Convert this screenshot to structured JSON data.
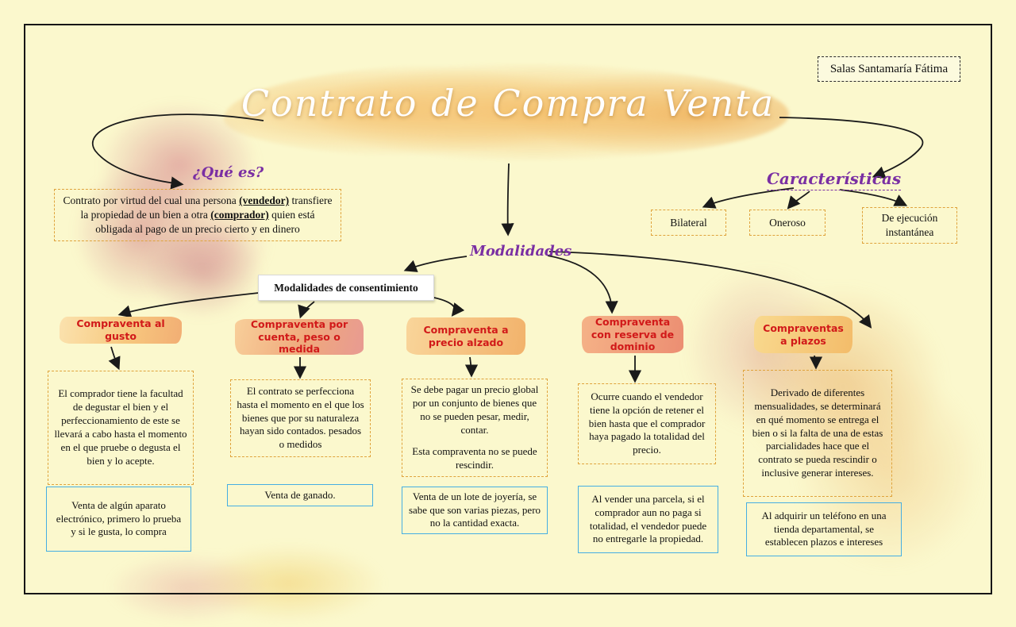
{
  "page": {
    "title": "Contrato de Compra Venta",
    "author": "Salas Santamaría Fátima"
  },
  "colors": {
    "background": "#fbf8cd",
    "accent_purple": "#7a2fa3",
    "header_red": "#d11919",
    "dashed_border_orange": "#dfa33c",
    "example_border_blue": "#45aee2",
    "arrow_black": "#1a1a1a"
  },
  "que_es": {
    "label": "¿Qué es?",
    "def_1": "Contrato por virtud del cual una persona ",
    "def_vendedor": "(vendedor)",
    "def_2": " transfiere la propiedad de un bien a otra ",
    "def_comprador": "(comprador)",
    "def_3": " quien está obligada al pago de un precio cierto y en dinero"
  },
  "caracteristicas": {
    "label": "Características",
    "items": [
      {
        "label": "Bilateral"
      },
      {
        "label": "Oneroso"
      },
      {
        "label": "De ejecución instantánea"
      }
    ]
  },
  "modalidades": {
    "label": "Modalidades",
    "consent_title": "Modalidades de consentimiento",
    "branches": [
      {
        "title": "Compraventa al gusto",
        "p1": "El comprador tiene la facultad de degustar el bien y el perfeccionamiento de este se llevará a cabo hasta el momento en el que pruebe o degusta el bien y lo acepte.",
        "example": "Venta de algún aparato electrónico, primero lo prueba y si le gusta, lo compra"
      },
      {
        "title": "Compraventa por cuenta, peso o medida",
        "p1": "El contrato se perfecciona hasta el momento en el que los bienes que por su naturaleza hayan sido contados. pesados o medidos",
        "example": "Venta de ganado."
      },
      {
        "title": "Compraventa a precio alzado",
        "p1": "Se debe pagar un precio global por un conjunto de bienes que no se pueden pesar, medir, contar.",
        "p2": "Esta compraventa no se puede rescindir.",
        "example": "Venta de un lote de joyería, se sabe que son varias piezas, pero no la cantidad exacta."
      },
      {
        "title": "Compraventa con reserva de dominio",
        "p1": "Ocurre cuando el vendedor tiene la opción de retener el bien hasta que el comprador haya pagado la totalidad del precio.",
        "example": "Al vender una parcela, si el comprador aun no paga si totalidad, el vendedor puede no entregarle la propiedad."
      },
      {
        "title": "Compraventas a plazos",
        "p1": "Derivado de diferentes mensualidades, se determinará en qué momento se entrega el bien o si la falta de una de estas parcialidades hace que el contrato se pueda rescindir o inclusive generar intereses.",
        "example": "Al adquirir un teléfono en una tienda departamental, se establecen plazos e intereses"
      }
    ]
  }
}
